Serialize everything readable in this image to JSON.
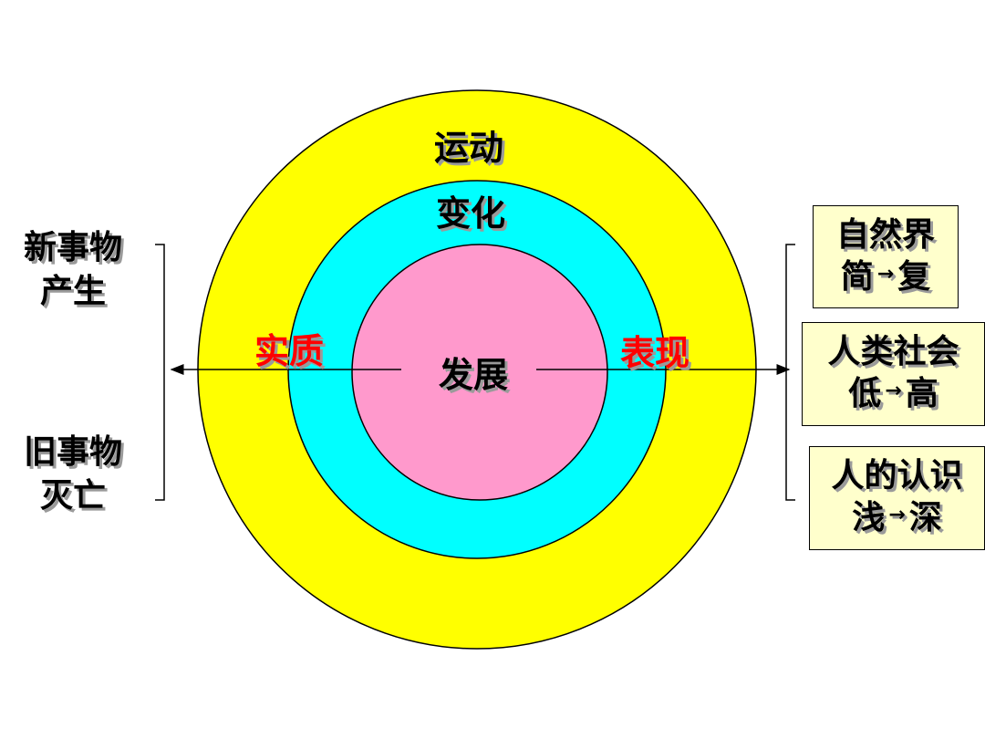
{
  "circles": {
    "outer": {
      "label": "运动",
      "color": "#ffff00"
    },
    "middle": {
      "label": "变化",
      "color": "#00ffff"
    },
    "inner": {
      "label": "发展",
      "color": "#ff99cc"
    }
  },
  "left_arrow_label": "实质",
  "right_arrow_label": "表现",
  "left_side": {
    "new_things": [
      "新事物",
      "产生"
    ],
    "old_things": [
      "旧事物",
      "灭亡"
    ]
  },
  "right_boxes": [
    {
      "line1": "自然界",
      "from": "简",
      "arrow": "→",
      "to": "复"
    },
    {
      "line1": "人类社会",
      "from": "低",
      "arrow": "→",
      "to": "高"
    },
    {
      "line1": "人的认识",
      "from": "浅",
      "arrow": "→",
      "to": "深"
    }
  ],
  "label_color_accent": "#ff0000"
}
